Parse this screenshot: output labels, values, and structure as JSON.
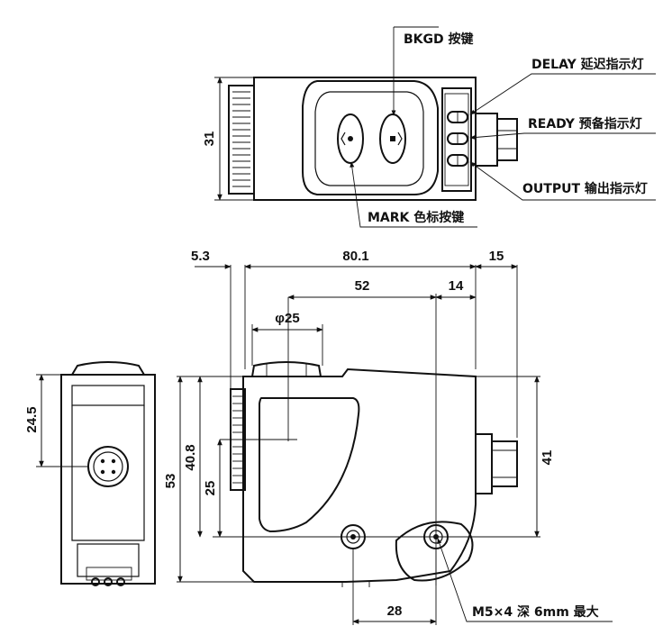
{
  "callouts": {
    "bkgd": "BKGD 按键",
    "delay": "DELAY 延迟指示灯",
    "ready": "READY 预备指示灯",
    "output": "OUTPUT 输出指示灯",
    "mark": "MARK 色标按键",
    "mount": "M5×4 深 6mm 最大"
  },
  "dimensions": {
    "top_height": "31",
    "offset_left": "5.3",
    "body_length": "80.1",
    "connector_length": "15",
    "lens_offset": "52",
    "hole_offset": "14",
    "lens_diameter": "φ25",
    "lens_height": "40.8",
    "lens_lower": "25",
    "total_height": "53",
    "body_height": "41",
    "hole_pitch": "28",
    "end_height": "24.5"
  }
}
